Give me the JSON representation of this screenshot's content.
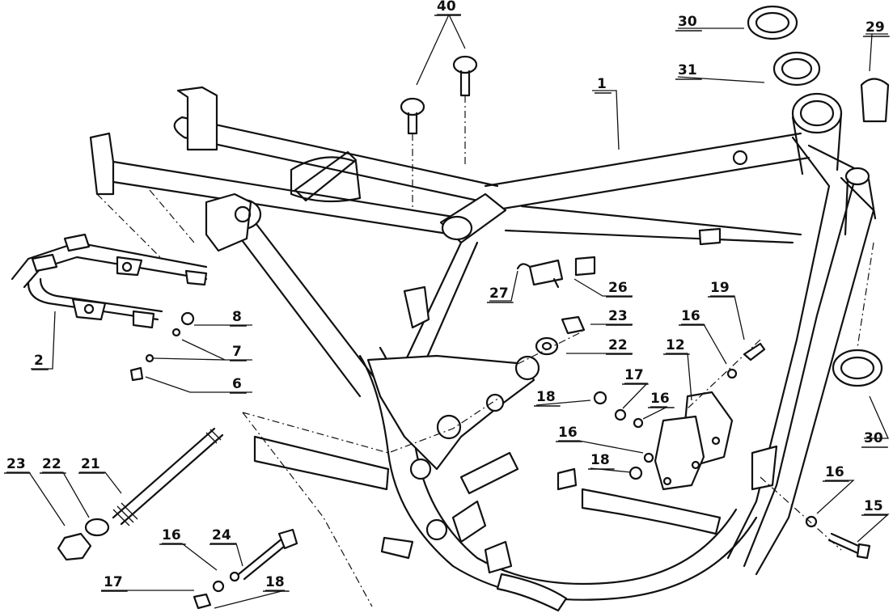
{
  "colors": {
    "ink": "#111111",
    "paper": "#ffffff"
  },
  "callouts": [
    {
      "id": "c40",
      "text": "40"
    },
    {
      "id": "c30a",
      "text": "30"
    },
    {
      "id": "c31",
      "text": "31"
    },
    {
      "id": "c29",
      "text": "29"
    },
    {
      "id": "c1",
      "text": "1"
    },
    {
      "id": "c8",
      "text": "8"
    },
    {
      "id": "c7",
      "text": "7"
    },
    {
      "id": "c6",
      "text": "6"
    },
    {
      "id": "c2",
      "text": "2"
    },
    {
      "id": "c27",
      "text": "27"
    },
    {
      "id": "c26",
      "text": "26"
    },
    {
      "id": "c19",
      "text": "19"
    },
    {
      "id": "c23a",
      "text": "23"
    },
    {
      "id": "c16a",
      "text": "16"
    },
    {
      "id": "c22a",
      "text": "22"
    },
    {
      "id": "c12",
      "text": "12"
    },
    {
      "id": "c17a",
      "text": "17"
    },
    {
      "id": "c18a",
      "text": "18"
    },
    {
      "id": "c16b",
      "text": "16"
    },
    {
      "id": "c16c",
      "text": "16"
    },
    {
      "id": "c18b",
      "text": "18"
    },
    {
      "id": "c30b",
      "text": "30"
    },
    {
      "id": "c16d",
      "text": "16"
    },
    {
      "id": "c15",
      "text": "15"
    },
    {
      "id": "c23b",
      "text": "23"
    },
    {
      "id": "c22b",
      "text": "22"
    },
    {
      "id": "c21",
      "text": "21"
    },
    {
      "id": "c16e",
      "text": "16"
    },
    {
      "id": "c24",
      "text": "24"
    },
    {
      "id": "c17b",
      "text": "17"
    },
    {
      "id": "c18c",
      "text": "18"
    }
  ]
}
